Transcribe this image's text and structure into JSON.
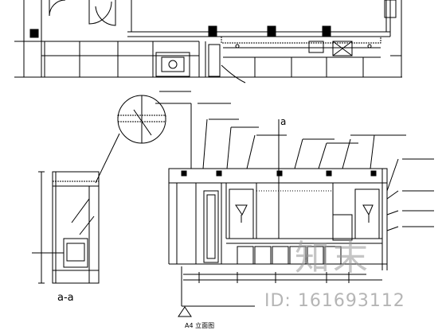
{
  "labels": {
    "section_tag": "a-a",
    "ref_letter": "a",
    "elevation_title": "立面图",
    "elevation_code": "A4"
  },
  "watermark": {
    "text": "知末",
    "id_text": "ID: 161693112"
  },
  "colors": {
    "line": "#000000",
    "fill_dark": "#000000",
    "watermark": "#969696"
  }
}
